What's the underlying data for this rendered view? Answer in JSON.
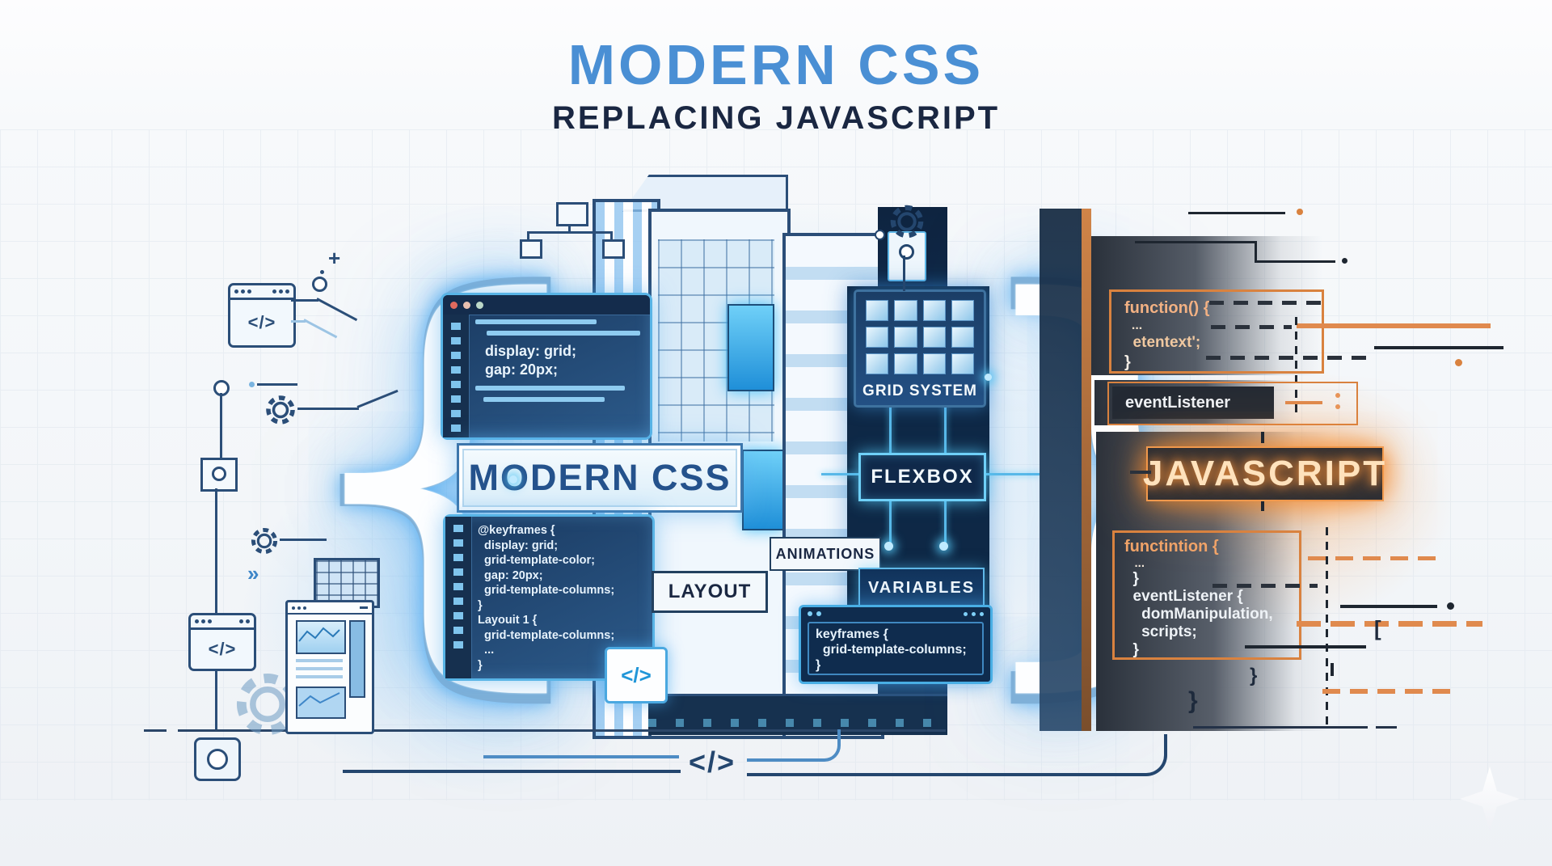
{
  "header": {
    "title": "MODERN CSS",
    "subtitle": "REPLACING JAVASCRIPT"
  },
  "css_side": {
    "brace_open": "{",
    "brace_close": "}",
    "editor_top": {
      "lines": [
        "display: grid;",
        "gap: 20px;"
      ]
    },
    "main_label": "MODERN CSS",
    "editor_bottom": {
      "lines": [
        "@keyframes {",
        "  display: grid;",
        "  grid-template-color;",
        "  gap: 20px;",
        "  grid-template-columns;",
        "}",
        "Layouit 1 {",
        "  grid-template-columns;",
        "  ...",
        "}"
      ]
    },
    "panel_grid_system": {
      "label": "GRID SYSTEM"
    },
    "label_flexbox": "FLEXBOX",
    "label_animations": "ANIMATIONS",
    "label_layout": "LAYOUT",
    "label_variables": "VARIABLES",
    "editor_keyframes": {
      "lines": [
        "keyframes {",
        "  grid-template-columns;",
        "}"
      ]
    }
  },
  "js_side": {
    "label": "JAVASCRIPT",
    "function_block": {
      "lines": [
        "function() {",
        "  ...",
        "  etentext';",
        "}"
      ]
    },
    "event_listener_label": "eventListener",
    "lower_block": {
      "lines": [
        "functintion {",
        "   ...",
        "  }",
        "  eventListener {",
        "    domManipulation,",
        "    scripts;",
        "  }"
      ]
    },
    "stray_brace_1": "}",
    "stray_brace_2": "}",
    "bracket": "["
  },
  "decor": {
    "code_tag": "</>",
    "plus": "+",
    "chevrons": "»"
  },
  "colors": {
    "accent_blue": "#4a8fd4",
    "navy": "#1a2742",
    "panel_blue": "#1c3a5e",
    "cyan_glow": "#56c8f5",
    "orange": "#e0803c",
    "neon_text": "#ffe2bc",
    "background": "#f5f7fa"
  }
}
